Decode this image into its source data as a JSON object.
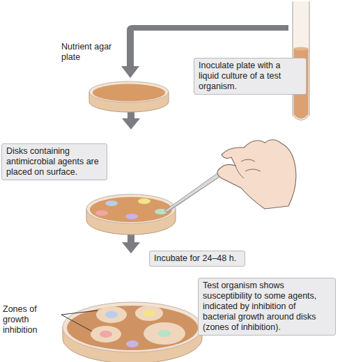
{
  "diagram": {
    "nodes": [
      {
        "text": [
          "Inoculate plate with a liquid culture of a test organism."
        ]
      },
      {
        "text": [
          "Disks containing antimicrobial agents are placed on surface."
        ]
      },
      {
        "text": [
          "Incubate for 24–48 h."
        ]
      },
      {
        "text": [
          "Test organism shows susceptibility to some agents, indicated by inhibition of bacterial growth around disks (zones of inhibition)."
        ]
      }
    ],
    "labels": [
      "Nutrient agar plate",
      "Zones of growth inhibition"
    ]
  }
}
